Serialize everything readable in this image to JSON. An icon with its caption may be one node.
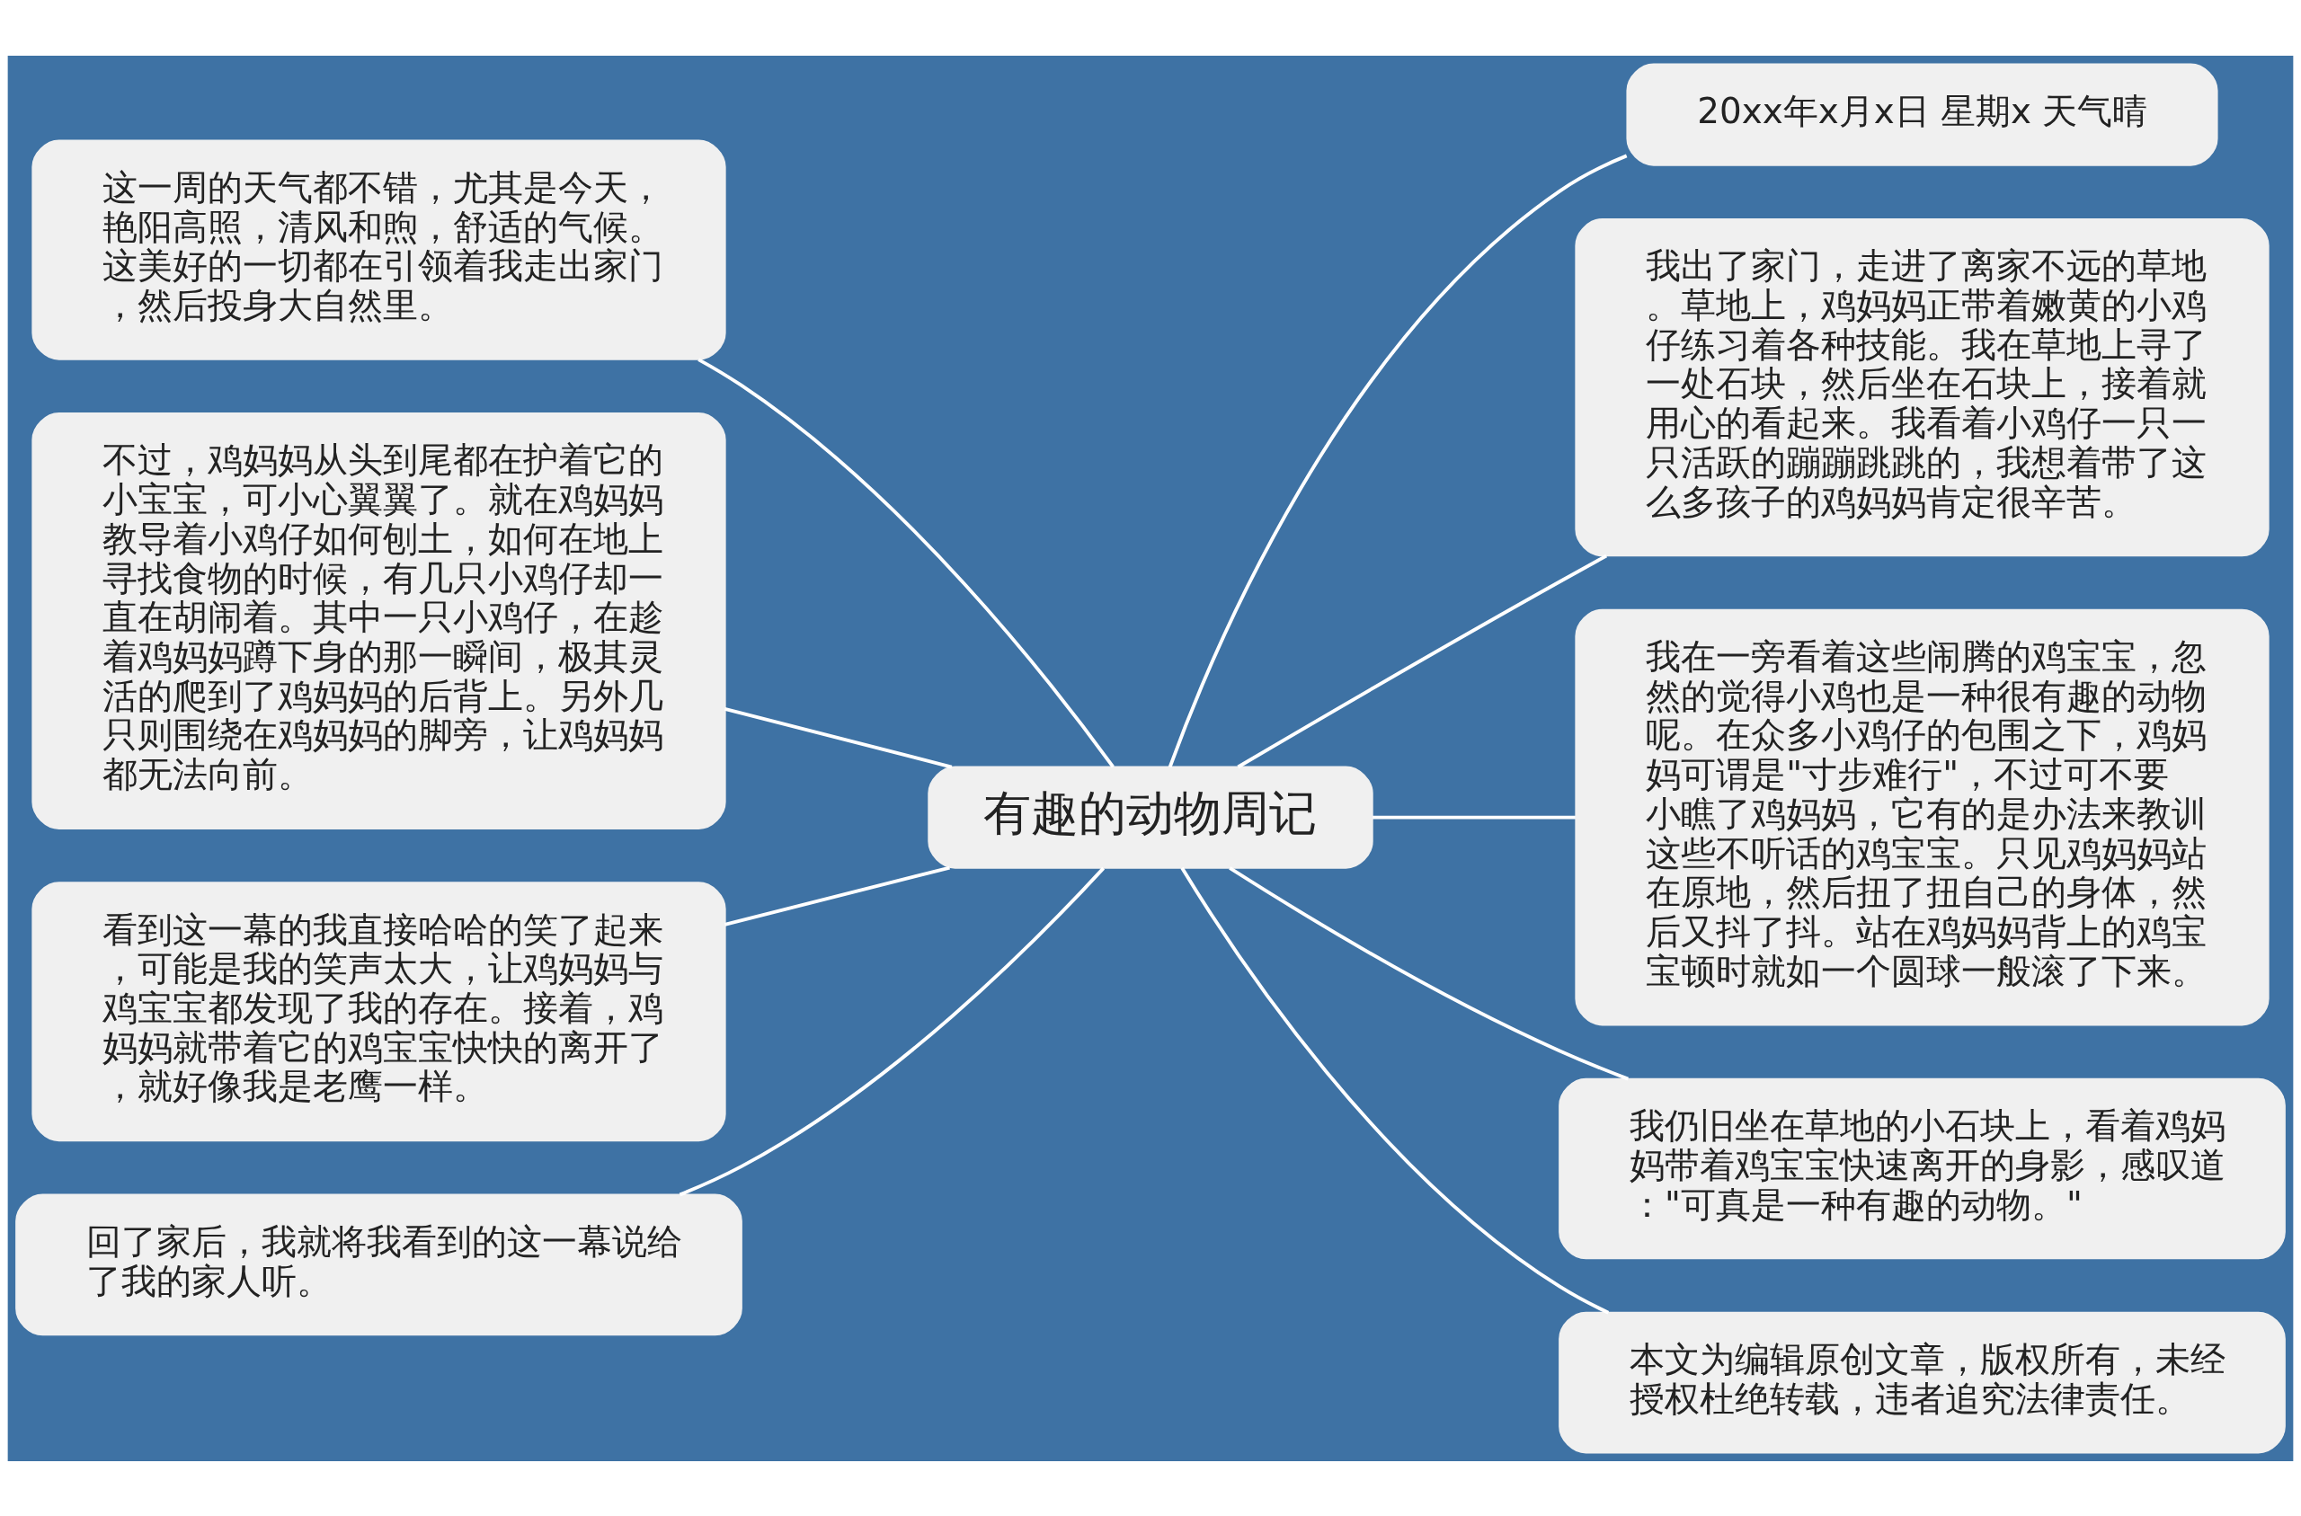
{
  "diagram": {
    "nodes": [
      {
        "text": [
          "有趣的动物周记"
        ]
      },
      {
        "text": [
          "20xx年x月x日 星期x 天气晴"
        ]
      },
      {
        "text": [
          "我出了家门，走进了离家不远的草地。草地上，鸡妈妈正带着嫩黄的小鸡仔练习着各种技能。我在草地上寻了一处石块，然后坐在石块上，接着就用心的看起来。我看着小鸡仔一只一只活跃的蹦蹦跳跳的，我想着带了这么多孩子的鸡妈妈肯定很辛苦。"
        ]
      },
      {
        "text": [
          "我在一旁看着这些闹腾的鸡宝宝，忽然的觉得小鸡也是一种很有趣的动物呢。在众多小鸡仔的包围之下，鸡妈妈可谓是\"寸步难行\"，不过可不要小瞧了鸡妈妈，它有的是办法来教训这些不听话的鸡宝宝。只见鸡妈妈站在原地，然后扭了扭自己的身体，然后又抖了抖。站在鸡妈妈背上的鸡宝宝顿时就如一个圆球一般滚了下来。"
        ]
      },
      {
        "text": [
          "我仍旧坐在草地的小石块上，看着鸡妈妈带着鸡宝宝快速离开的身影，感叹道：\"可真是一种有趣的动物。\""
        ]
      },
      {
        "text": [
          "本文为编辑原创文章，版权所有，未经授权杜绝转载，违者追究法律责任。"
        ]
      },
      {
        "text": [
          "这一周的天气都不错，尤其是今天，艳阳高照，清风和煦，舒适的气候。这美好的一切都在引领着我走出家门，然后投身大自然里。"
        ]
      },
      {
        "text": [
          "不过，鸡妈妈从头到尾都在护着它的小宝宝，可小心翼翼了。就在鸡妈妈教导着小鸡仔如何刨土，如何在地上寻找食物的时候，有几只小鸡仔却一直在胡闹着。其中一只小鸡仔，在趁着鸡妈妈蹲下身的那一瞬间，极其灵活的爬到了鸡妈妈的后背上。另外几只则围绕在鸡妈妈的脚旁，让鸡妈妈都无法向前。"
        ]
      },
      {
        "text": [
          "看到这一幕的我直接哈哈的笑了起来，可能是我的笑声太大，让鸡妈妈与鸡宝宝都发现了我的存在。接着，鸡妈妈就带着它的鸡宝宝快快的离开了，就好像我是老鹰一样。"
        ]
      },
      {
        "text": [
          "回了家后，我就将我看到的这一幕说给了我的家人听。"
        ]
      }
    ],
    "edges": [
      {
        "from": 0,
        "to": 1,
        "arrow": "none"
      },
      {
        "from": 0,
        "to": 2,
        "arrow": "none"
      },
      {
        "from": 0,
        "to": 3,
        "arrow": "none"
      },
      {
        "from": 0,
        "to": 4,
        "arrow": "none"
      },
      {
        "from": 0,
        "to": 5,
        "arrow": "none"
      },
      {
        "from": 0,
        "to": 6,
        "arrow": "none"
      },
      {
        "from": 0,
        "to": 7,
        "arrow": "none"
      },
      {
        "from": 0,
        "to": 8,
        "arrow": "none"
      },
      {
        "from": 0,
        "to": 9,
        "arrow": "none"
      }
    ]
  }
}
